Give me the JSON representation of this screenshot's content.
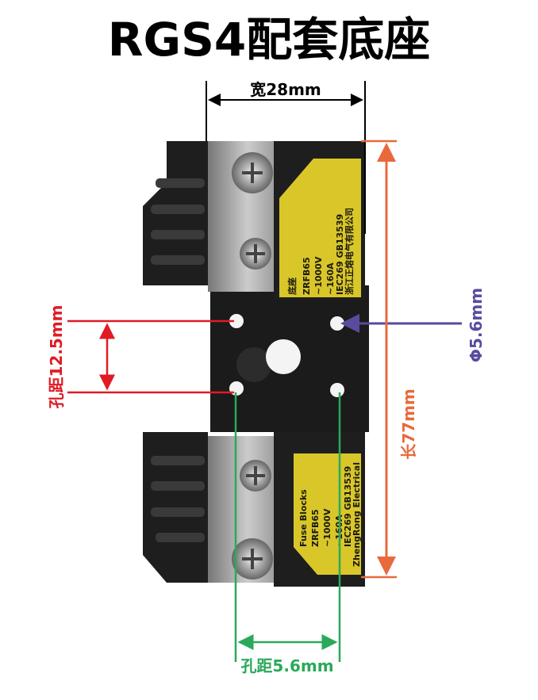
{
  "title": "RGS4配套底座",
  "dimensions": {
    "width": "宽28mm",
    "length": "长77mm",
    "hole_diameter": "Φ5.6mm",
    "hole_spacing_vertical": "孔距12.5mm",
    "hole_spacing_horizontal": "孔距5.6mm"
  },
  "top_label": {
    "lines": [
      "底座",
      "ZRFB65",
      "~1000V",
      "~160A",
      "IEC269 GB13539",
      "浙江正熔电气有限公司"
    ]
  },
  "bottom_label": {
    "lines": [
      "Fuse Blocks",
      "ZRFB65",
      "~1000V",
      "~160A",
      "IEC269 GB13539",
      "ZhengRong Electrical"
    ]
  },
  "colors": {
    "red": "#e01b24",
    "purple": "#5b4a9e",
    "orange": "#e8693c",
    "green": "#2aa95a",
    "label_yellow": "#d9c629"
  }
}
